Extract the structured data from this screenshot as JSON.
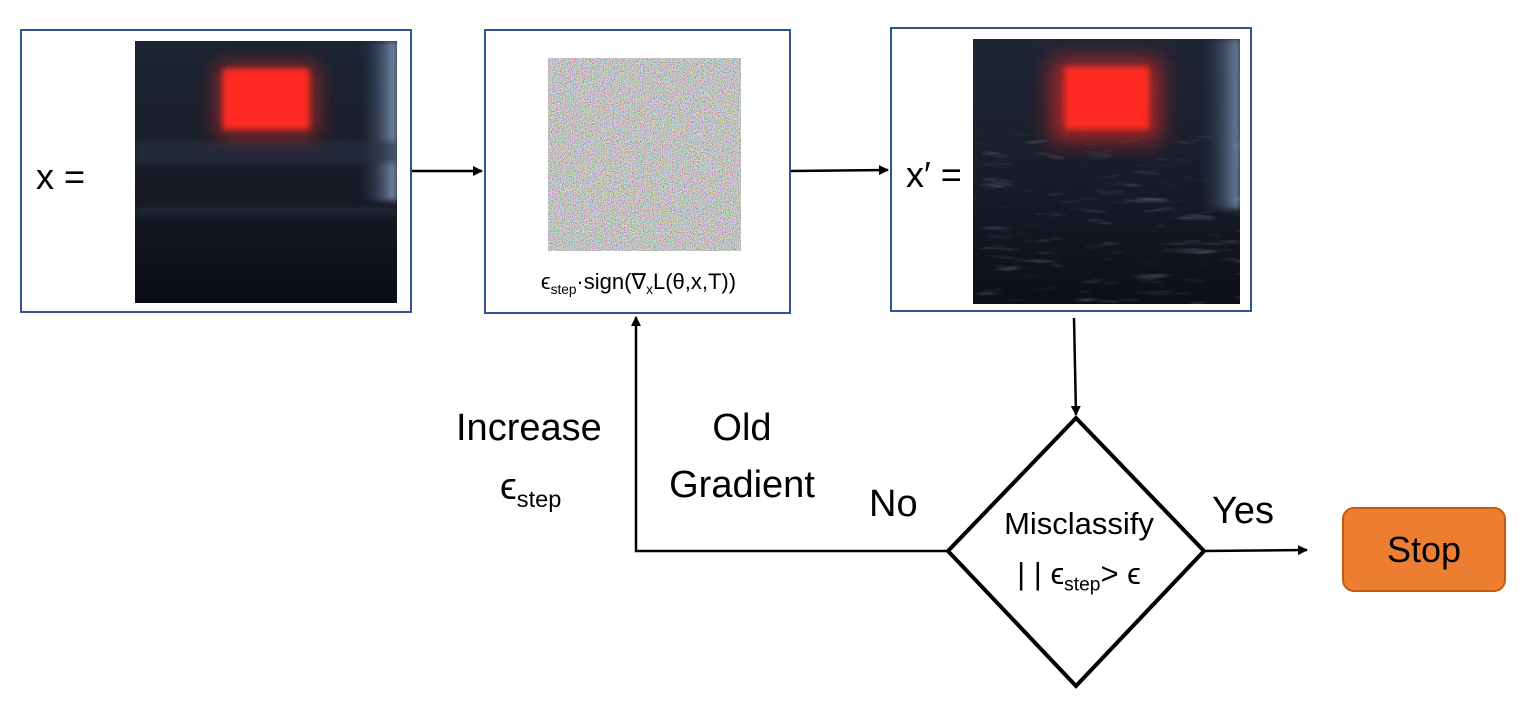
{
  "input_box": {
    "label": "x ="
  },
  "gradient_box": {
    "formula_eps": "ϵ",
    "formula_eps_sub": "step",
    "formula_grad": "·sign(∇",
    "formula_grad_sub": "x",
    "formula_rest": "L(θ,x,T))"
  },
  "output_box": {
    "label": "x′ ="
  },
  "feedback": {
    "increase_line1": "Increase",
    "increase_eps": "ϵ",
    "increase_eps_sub": "step",
    "old_line1": "Old",
    "old_line2": "Gradient",
    "no_label": "No"
  },
  "decision": {
    "line1": "Misclassify",
    "line2_prefix": "| | ϵ",
    "line2_sub": "step",
    "line2_suffix": "> ϵ",
    "yes_label": "Yes"
  },
  "stop": {
    "label": "Stop"
  },
  "colors": {
    "box_border": "#2f5597",
    "stop_fill": "#ed7d31",
    "stop_border": "#c55a11",
    "red_light": "#ff2a22"
  }
}
